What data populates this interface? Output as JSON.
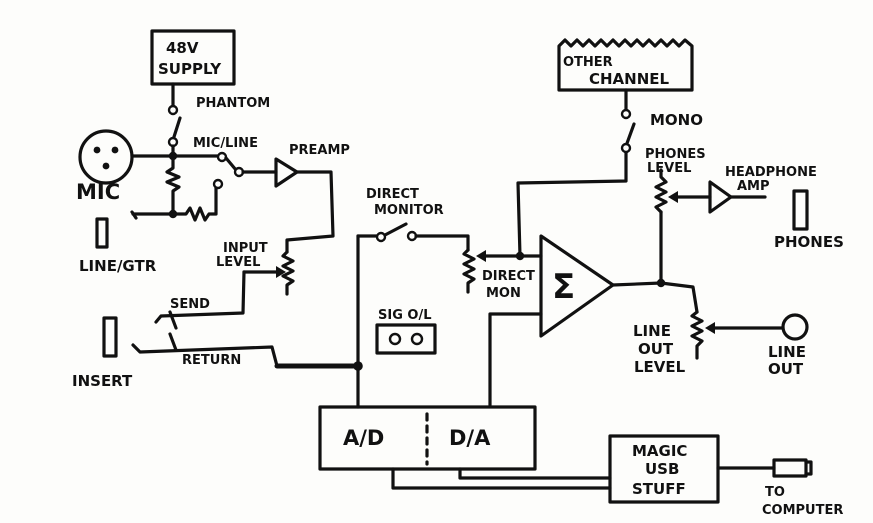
{
  "labels": {
    "supply_line1": "48V",
    "supply_line2": "SUPPLY",
    "phantom": "PHANTOM",
    "mic_line": "MIC/LINE",
    "preamp": "PREAMP",
    "mic": "MIC",
    "line_gtr": "LINE/GTR",
    "input_level_1": "INPUT",
    "input_level_2": "LEVEL",
    "send": "SEND",
    "return": "RETURN",
    "insert": "INSERT",
    "direct_monitor_1": "DIRECT",
    "direct_monitor_2": "MONITOR",
    "direct_mon_1": "DIRECT",
    "direct_mon_2": "MON",
    "sig_ol": "SIG O/L",
    "sigma": "Σ",
    "other_channel_1": "OTHER",
    "other_channel_2": "CHANNEL",
    "mono": "MONO",
    "phones_level_1": "PHONES",
    "phones_level_2": "LEVEL",
    "headphone_amp_1": "HEADPHONE",
    "headphone_amp_2": "AMP",
    "phones": "PHONES",
    "line_out_level_1": "LINE",
    "line_out_level_2": "OUT",
    "line_out_level_3": "LEVEL",
    "line_out_1": "LINE",
    "line_out_2": "OUT",
    "ad": "A/D",
    "da": "D/A",
    "magic_usb_1": "MAGIC",
    "magic_usb_2": "USB",
    "magic_usb_3": "STUFF",
    "to_computer_1": "TO",
    "to_computer_2": "COMPUTER"
  }
}
